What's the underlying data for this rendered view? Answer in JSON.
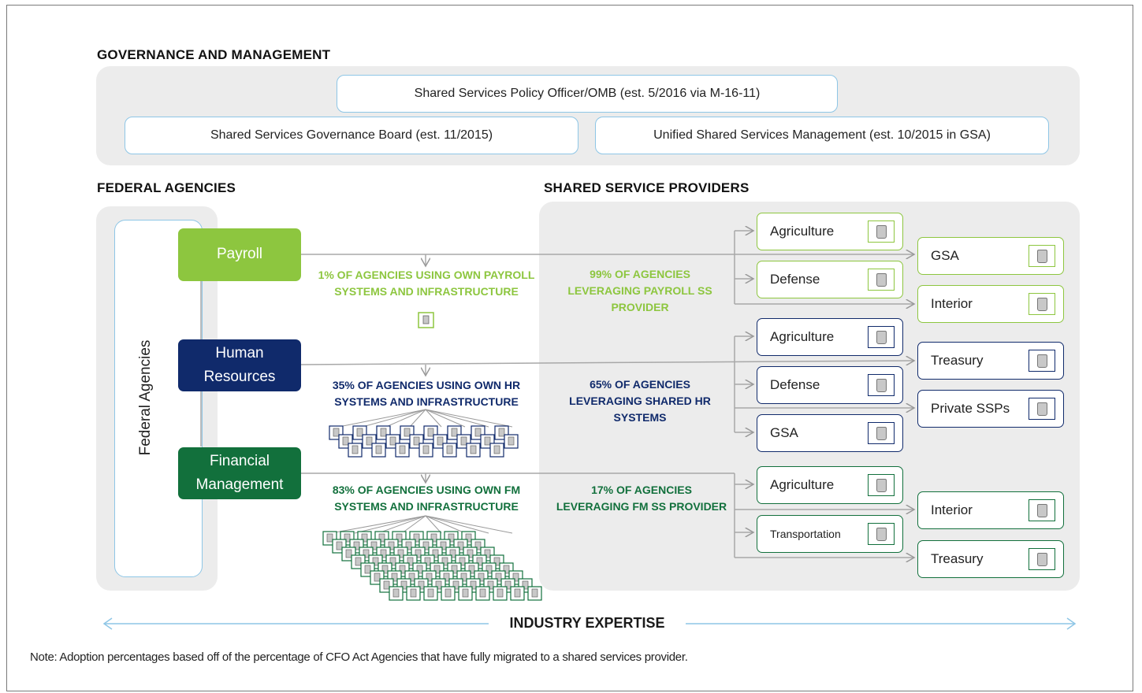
{
  "governance": {
    "title": "GOVERNANCE AND MANAGEMENT",
    "policy_officer": "Shared Services Policy Officer/OMB (est. 5/2016 via M-16-11)",
    "board": "Shared Services Governance Board (est. 11/2015)",
    "ussm": "Unified Shared Services Management  (est. 10/2015 in GSA)"
  },
  "federal_agencies": {
    "title": "FEDERAL AGENCIES",
    "vertical_label": "Federal Agencies",
    "services": [
      {
        "label_1": "Payroll",
        "label_2": "",
        "color": "#8dc63f"
      },
      {
        "label_1": "Human",
        "label_2": "Resources",
        "color": "#102a6b"
      },
      {
        "label_1": "Financial",
        "label_2": "Management",
        "color": "#12703c"
      }
    ]
  },
  "providers": {
    "title": "SHARED SERVICE PROVIDERS"
  },
  "stats": {
    "payroll_own_1": "1% OF AGENCIES USING OWN PAYROLL",
    "payroll_own_2": "SYSTEMS AND INFRASTRUCTURE",
    "payroll_ss_1": "99% OF AGENCIES",
    "payroll_ss_2": "LEVERAGING PAYROLL SS",
    "payroll_ss_3": "PROVIDER",
    "hr_own_1": "35% OF AGENCIES USING OWN HR",
    "hr_own_2": "SYSTEMS AND INFRASTRUCTURE",
    "hr_ss_1": "65% OF AGENCIES",
    "hr_ss_2": "LEVERAGING SHARED HR",
    "hr_ss_3": "SYSTEMS",
    "fm_own_1": "83% OF AGENCIES USING OWN FM",
    "fm_own_2": "SYSTEMS AND INFRASTRUCTURE",
    "fm_ss_1": "17% OF AGENCIES",
    "fm_ss_2": "LEVERAGING FM SS PROVIDER"
  },
  "payroll_providers": [
    "Agriculture",
    "Defense",
    "GSA",
    "Interior"
  ],
  "hr_providers": [
    "Agriculture",
    "Defense",
    "GSA",
    "Treasury",
    "Private SSPs"
  ],
  "fm_providers": [
    "Agriculture",
    "Transportation",
    "Interior",
    "Treasury"
  ],
  "colors": {
    "payroll": "#8dc63f",
    "hr": "#102a6b",
    "fm": "#12703c",
    "gov_border": "#8ec6e6",
    "panel": "#ececec"
  },
  "industry": "INDUSTRY EXPERTISE",
  "note": "Note: Adoption percentages based off of the percentage of CFO Act Agencies that have fully migrated to a shared services provider."
}
